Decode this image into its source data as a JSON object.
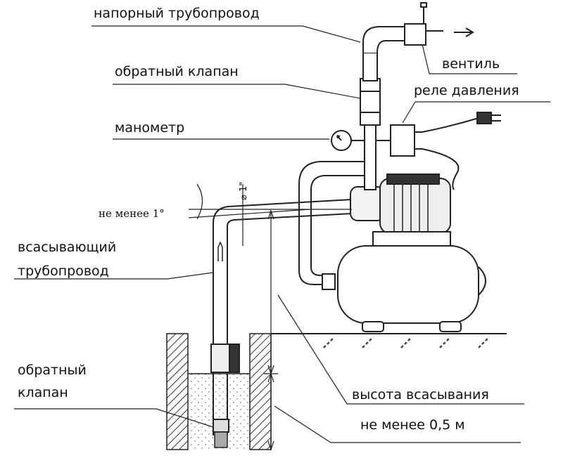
{
  "labels": {
    "pressure_pipe": "напорный трубопровод",
    "check_valve_top": "обратный клапан",
    "valve": "вентиль",
    "pressure_relay": "реле давления",
    "manometer": "манометр",
    "slope": "не менее 1°",
    "diameter": "⌀ 1\"",
    "suction_pipe_line1": "всасывающий",
    "suction_pipe_line2": "трубопровод",
    "check_valve_bottom_line1": "обратный",
    "check_valve_bottom_line2": "клапан",
    "suction_height": "высота всасывания",
    "min_depth": "не менее 0,5 м"
  }
}
